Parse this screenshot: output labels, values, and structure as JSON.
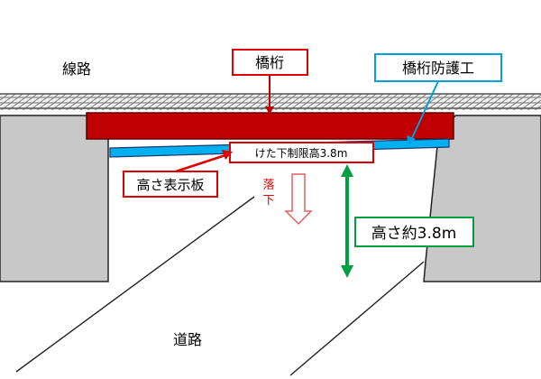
{
  "labels": {
    "railway": "線路",
    "road": "道路",
    "girder": "橋桁",
    "girder_protection": "橋桁防護工",
    "height_sign": "高さ表示板",
    "sign_text": "けた下制限高3.8m",
    "fall_top": "落",
    "fall_bottom": "下",
    "height_approx": "高さ約3.8m"
  },
  "colors": {
    "girder_fill": "#c00000",
    "girder_stroke": "#600000",
    "protection_fill": "#00b0f0",
    "height_arrow": "#00a040",
    "callout_red": "#e00000",
    "callout_blue": "#00a0e0",
    "abutment_fill": "#c8c8c8"
  }
}
